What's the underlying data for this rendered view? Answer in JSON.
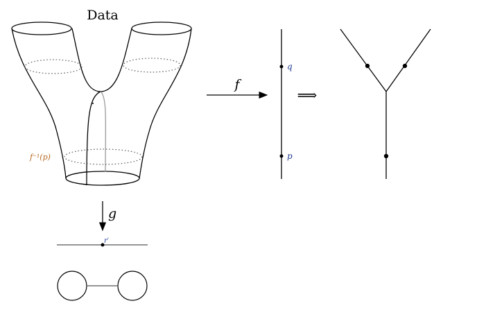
{
  "title": "Data",
  "labels": {
    "f": "f",
    "g": "g",
    "q": "q",
    "p": "p",
    "preimage": "f⁻¹(p)",
    "r_prime": "r′",
    "implies": "⟹"
  },
  "colors": {
    "stroke": "#000000",
    "gray": "#999999",
    "label_blue": "#1f3a93",
    "label_orange": "#b5651d"
  }
}
